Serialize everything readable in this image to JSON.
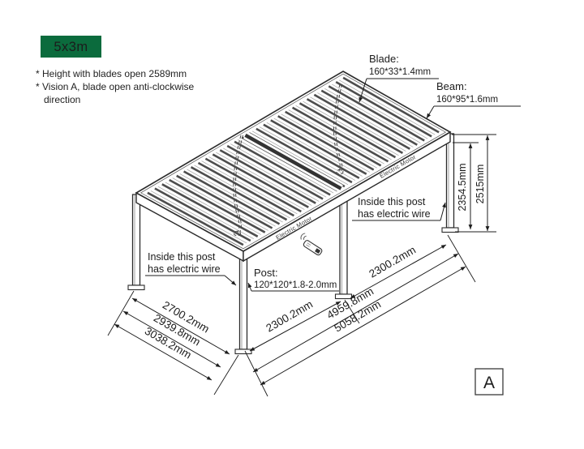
{
  "badge": {
    "label": "5x3m"
  },
  "colors": {
    "badge_bg": "#0b6b3d"
  },
  "notes": {
    "line1": "* Height with blades open 2589mm",
    "line2": "* Vision A, blade open anti-clockwise",
    "line3": "direction"
  },
  "callouts": {
    "blade": {
      "title": "Blade:",
      "spec": "160*33*1.4mm"
    },
    "beam": {
      "title": "Beam:",
      "spec": "160*95*1.6mm"
    },
    "post": {
      "title": "Post:",
      "spec": "120*120*1.8-2.0mm"
    },
    "wire_right": {
      "line1": "Inside this post",
      "line2": "has electric wire"
    },
    "wire_left": {
      "line1": "Inside this post",
      "line2": "has electric wire"
    }
  },
  "labels": {
    "motor1": "Electric Motor",
    "motor2": "Electric Motor"
  },
  "dimensions": {
    "height_inner": "2354.5mm",
    "height_total": "2515mm",
    "side_inner": "2700.2mm",
    "side_mid": "2939.8mm",
    "side_outer": "3038.2mm",
    "front_seg1": "2300.2mm",
    "front_seg2": "2300.2mm",
    "front_inner": "4959.8mm",
    "front_outer": "5058.2mm"
  },
  "view": {
    "label": "A"
  }
}
